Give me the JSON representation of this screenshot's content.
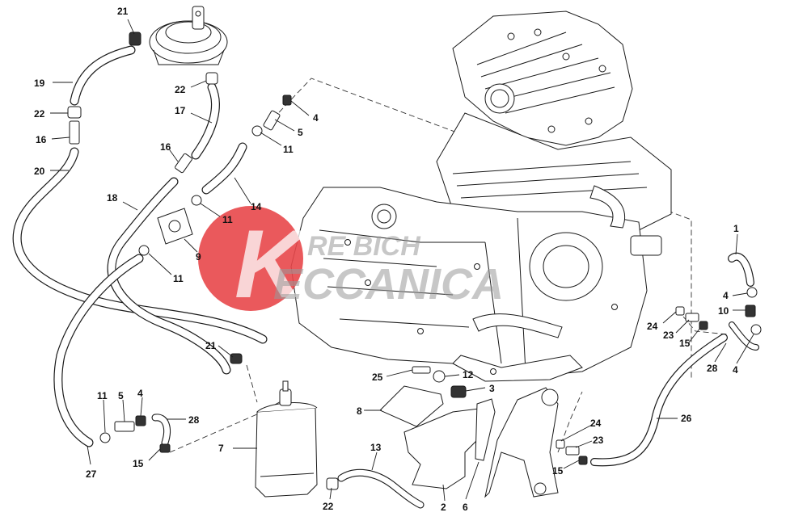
{
  "diagram": {
    "watermark": {
      "line1": "RE BICH",
      "line2": "ECCANICA",
      "badge_color": "#e8474a"
    },
    "line_color": "#1a1a1a",
    "hose_fill": "#ffffff",
    "callouts": [
      {
        "id": "c21a",
        "text": "21"
      },
      {
        "id": "c19",
        "text": "19"
      },
      {
        "id": "c22a",
        "text": "22"
      },
      {
        "id": "c16a",
        "text": "16"
      },
      {
        "id": "c20",
        "text": "20"
      },
      {
        "id": "c22b",
        "text": "22"
      },
      {
        "id": "c17",
        "text": "17"
      },
      {
        "id": "c16b",
        "text": "16"
      },
      {
        "id": "c18",
        "text": "18"
      },
      {
        "id": "c4a",
        "text": "4"
      },
      {
        "id": "c5a",
        "text": "5"
      },
      {
        "id": "c11a",
        "text": "11"
      },
      {
        "id": "c14",
        "text": "14"
      },
      {
        "id": "c11b",
        "text": "11"
      },
      {
        "id": "c9",
        "text": "9"
      },
      {
        "id": "c11c",
        "text": "11"
      },
      {
        "id": "c21b",
        "text": "21"
      },
      {
        "id": "c11d",
        "text": "11"
      },
      {
        "id": "c5b",
        "text": "5"
      },
      {
        "id": "c4b",
        "text": "4"
      },
      {
        "id": "c28a",
        "text": "28"
      },
      {
        "id": "c15a",
        "text": "15"
      },
      {
        "id": "c27",
        "text": "27"
      },
      {
        "id": "c7",
        "text": "7"
      },
      {
        "id": "c22c",
        "text": "22"
      },
      {
        "id": "c13",
        "text": "13"
      },
      {
        "id": "c8",
        "text": "8"
      },
      {
        "id": "c25",
        "text": "25"
      },
      {
        "id": "c12",
        "text": "12"
      },
      {
        "id": "c3",
        "text": "3"
      },
      {
        "id": "c2",
        "text": "2"
      },
      {
        "id": "c6",
        "text": "6"
      },
      {
        "id": "c1",
        "text": "1"
      },
      {
        "id": "c4c",
        "text": "4"
      },
      {
        "id": "c10",
        "text": "10"
      },
      {
        "id": "c24a",
        "text": "24"
      },
      {
        "id": "c23a",
        "text": "23"
      },
      {
        "id": "c15b",
        "text": "15"
      },
      {
        "id": "c28b",
        "text": "28"
      },
      {
        "id": "c4d",
        "text": "4"
      },
      {
        "id": "c26",
        "text": "26"
      },
      {
        "id": "c24b",
        "text": "24"
      },
      {
        "id": "c23b",
        "text": "23"
      },
      {
        "id": "c15c",
        "text": "15"
      }
    ]
  }
}
